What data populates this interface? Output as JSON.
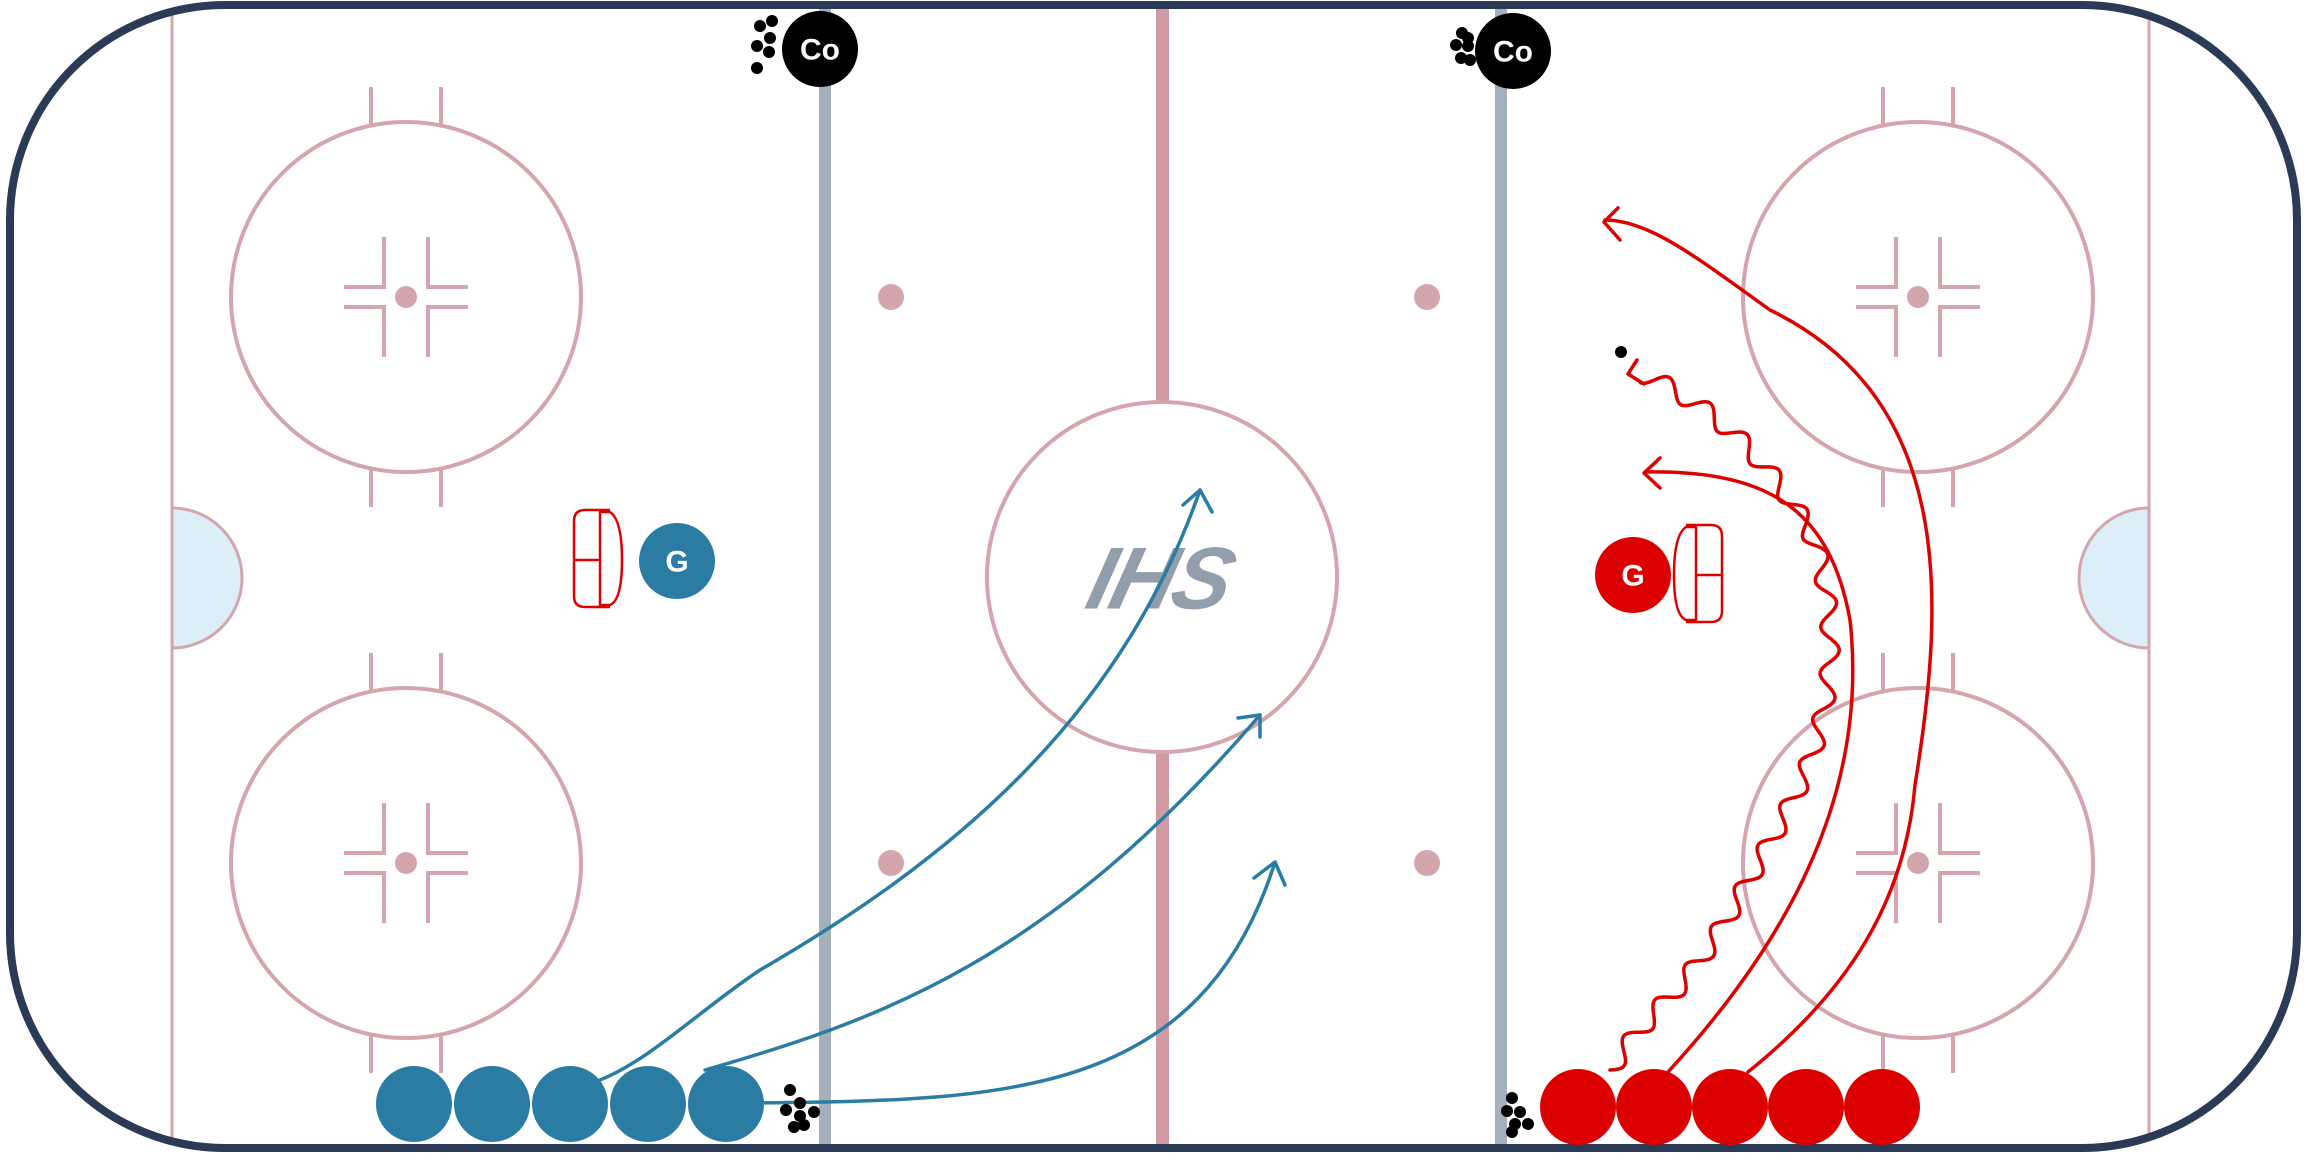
{
  "logo": {
    "text": "IHS"
  },
  "colors": {
    "board": "#2b3a55",
    "rink_line": "#d4a5ad",
    "red_line": "#d09aa3",
    "blue_line": "#a4b0bc",
    "crease": "#dceef8",
    "team_blue": "#2a7ca3",
    "team_red": "#dd0000",
    "puck": "#000000",
    "coach": "#000000",
    "logo": "#929eab"
  },
  "coaches": [
    {
      "label": "Co",
      "side": "left-blue-line"
    },
    {
      "label": "Co",
      "side": "right-blue-line"
    }
  ],
  "goalies": [
    {
      "label": "G",
      "team": "blue",
      "zone": "left",
      "net_icon": "net-icon"
    },
    {
      "label": "G",
      "team": "red",
      "zone": "right",
      "net_icon": "net-icon"
    }
  ],
  "blue_lineup": {
    "player_count": 5
  },
  "red_lineup": {
    "player_count": 5
  },
  "routes": {
    "blue": [
      {
        "type": "skate",
        "arrow": "open"
      },
      {
        "type": "skate",
        "arrow": "open"
      },
      {
        "type": "skate",
        "arrow": "open"
      }
    ],
    "red": [
      {
        "type": "skate",
        "arrow": "open"
      },
      {
        "type": "skate",
        "arrow": "open"
      },
      {
        "type": "carry-puck",
        "arrow": "open",
        "ends_with_puck": true
      }
    ]
  },
  "puck_piles": [
    {
      "location": "left-coach"
    },
    {
      "location": "right-coach"
    },
    {
      "location": "blue-lineup"
    },
    {
      "location": "red-lineup"
    }
  ]
}
